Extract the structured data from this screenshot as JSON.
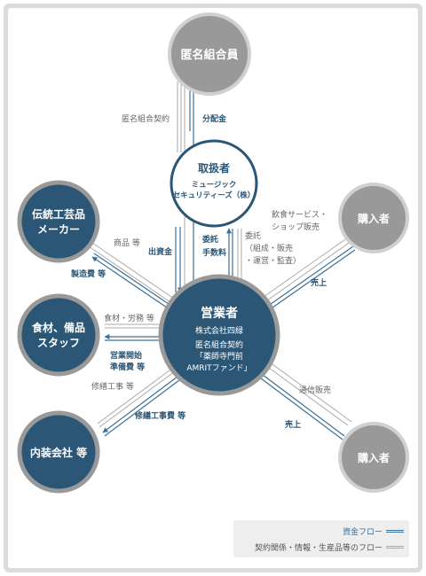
{
  "nodes": {
    "investors": "匿名組合員",
    "handler": {
      "title": "取扱者",
      "line1": "ミュージック",
      "line2": "セキュリティーズ（株）"
    },
    "operator": {
      "title": "営業者",
      "line1": "株式会社四緑",
      "line2": "匿名組合契約",
      "line3": "「薬師寺門前",
      "line4": "AMRITファンド」"
    },
    "maker": {
      "line1": "伝統工芸品",
      "line2": "メーカー"
    },
    "food": {
      "line1": "食材、備品",
      "line2": "スタッフ"
    },
    "interior": "内装会社 等",
    "buyer_top": "購入者",
    "buyer_bottom": "購入者"
  },
  "labels": {
    "contract": "匿名組合契約",
    "distribution": "分配金",
    "investment": "出資金",
    "commission": "委託",
    "fee": "手数料",
    "consign1": "委託",
    "consign2": "（組成・販売",
    "consign3": "・運営・監査）",
    "restaurant1": "飲食サービス・",
    "restaurant2": "ショップ販売",
    "products": "商品 等",
    "mfg_cost": "製造費 等",
    "ingredients": "食材・労務 等",
    "prep1": "営業開始",
    "prep2": "準備費 等",
    "repair": "修繕工事 等",
    "repair_cost": "修繕工事費 等",
    "sales_top": "売上",
    "mail_order": "通信販売",
    "sales_bottom": "売上"
  },
  "legend": {
    "money": "資金フロー",
    "info": "契約関係・情報・生産品等のフロー"
  },
  "colors": {
    "navy": "#2b5676",
    "arrow_blue": "#3c6f97",
    "gray_node": "#999999",
    "gray_line": "#aaaaaa",
    "text_gray": "#666666"
  }
}
